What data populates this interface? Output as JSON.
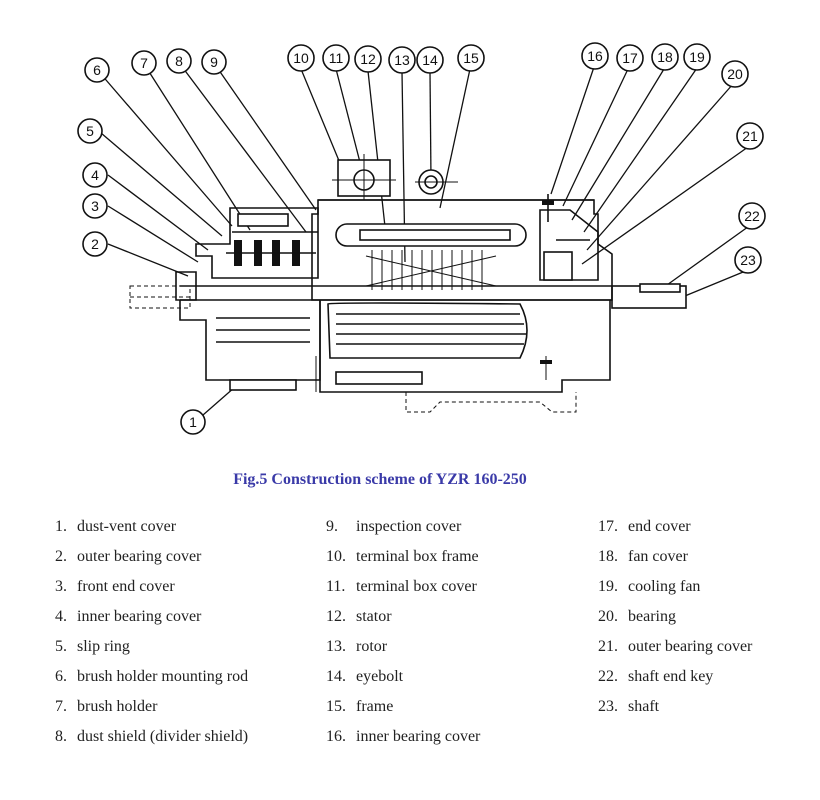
{
  "figure": {
    "caption": "Fig.5  Construction scheme of YZR 160-250",
    "callouts": [
      "1",
      "2",
      "3",
      "4",
      "5",
      "6",
      "7",
      "8",
      "9",
      "10",
      "11",
      "12",
      "13",
      "14",
      "15",
      "16",
      "17",
      "18",
      "19",
      "20",
      "21",
      "22",
      "23"
    ]
  },
  "legend": {
    "col1": [
      {
        "num": "1.",
        "label": "dust-vent cover"
      },
      {
        "num": "2.",
        "label": "outer bearing cover"
      },
      {
        "num": "3.",
        "label": "front end cover"
      },
      {
        "num": "4.",
        "label": "inner bearing cover"
      },
      {
        "num": "5.",
        "label": "slip ring"
      },
      {
        "num": "6.",
        "label": "brush holder mounting rod"
      },
      {
        "num": "7.",
        "label": "brush holder"
      },
      {
        "num": "8.",
        "label": "dust shield (divider shield)"
      }
    ],
    "col2": [
      {
        "num": "9.",
        "label": "inspection cover"
      },
      {
        "num": "10.",
        "label": "terminal box frame"
      },
      {
        "num": "11.",
        "label": "terminal box cover"
      },
      {
        "num": "12.",
        "label": "stator"
      },
      {
        "num": "13.",
        "label": "rotor"
      },
      {
        "num": "14.",
        "label": "eyebolt"
      },
      {
        "num": "15.",
        "label": "frame"
      },
      {
        "num": "16.",
        "label": "inner bearing cover"
      }
    ],
    "col3": [
      {
        "num": "17.",
        "label": "end cover"
      },
      {
        "num": "18.",
        "label": "fan cover"
      },
      {
        "num": "19.",
        "label": "cooling fan"
      },
      {
        "num": "20.",
        "label": "bearing"
      },
      {
        "num": "21.",
        "label": "outer bearing cover"
      },
      {
        "num": "22.",
        "label": "shaft end key"
      },
      {
        "num": "23.",
        "label": "shaft"
      }
    ]
  },
  "colors": {
    "caption": "#3a3aa8",
    "text": "#222222",
    "lines": "#111111"
  }
}
